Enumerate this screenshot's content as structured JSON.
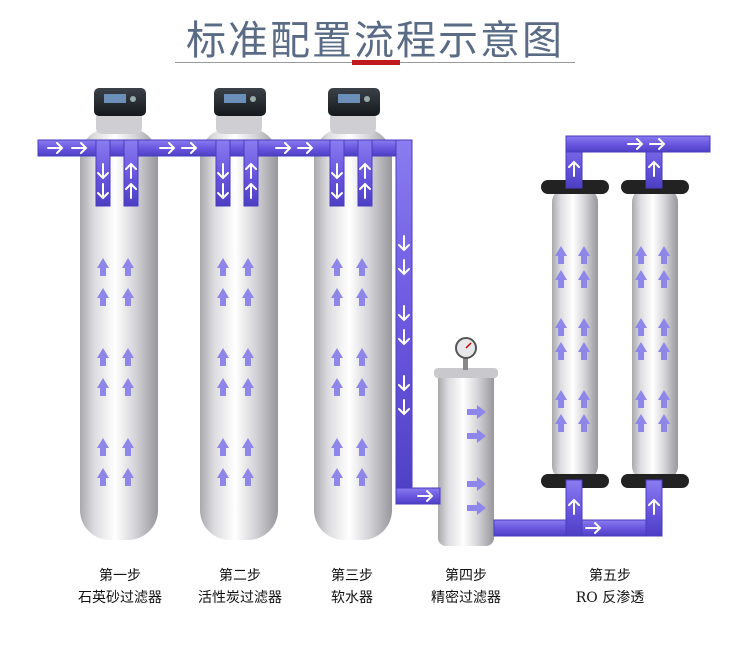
{
  "title": "标准配置流程示意图",
  "colors": {
    "pipe": "#6f5fe0",
    "pipe_edge": "#4a3cc0",
    "arrow_on_pipe": "#ffffff",
    "flow_arrow": "#8f86ea",
    "accent_line": "#c0181f",
    "title": "#5a6b86"
  },
  "steps": [
    {
      "step": "第一步",
      "name": "石英砂过滤器"
    },
    {
      "step": "第二步",
      "name": "活性炭过滤器"
    },
    {
      "step": "第三步",
      "name": "软水器"
    },
    {
      "step": "第四步",
      "name": "精密过滤器"
    },
    {
      "step": "第五步",
      "name": "RO 反渗透"
    }
  ]
}
